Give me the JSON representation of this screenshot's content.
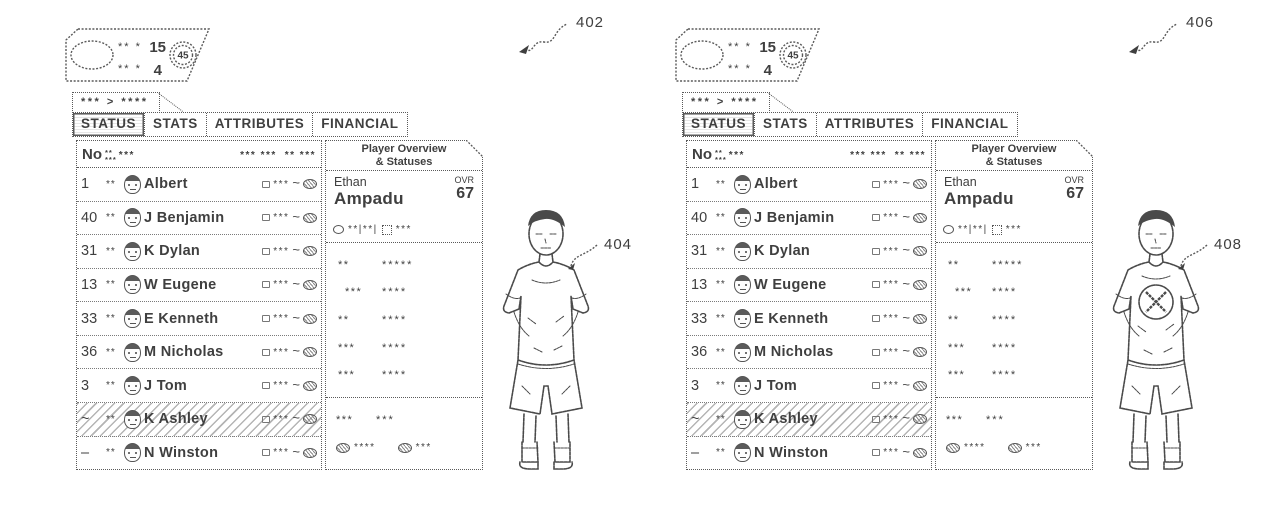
{
  "colors": {
    "ink": "#3f3f3f",
    "border": "#5a5a5a",
    "paper": "#ffffff"
  },
  "labels": {
    "left_screen": "402",
    "left_player": "404",
    "right_screen": "406",
    "right_player": "408"
  },
  "badge": {
    "stars_top": "** *",
    "num_top": "15",
    "stars_bottom": "** *",
    "num_bottom": "4",
    "circled": "45"
  },
  "breadcrumb": "*** > ****",
  "tabs": [
    {
      "label": "STATUS",
      "active": true
    },
    {
      "label": "STATS",
      "active": false
    },
    {
      "label": "ATTRIBUTES",
      "active": false
    },
    {
      "label": "FINANCIAL",
      "active": false
    }
  ],
  "roster": {
    "header": {
      "no": "No",
      "stack_top": "**",
      "stack_bottom": "***",
      "mid": "***",
      "right_a": "*** ***",
      "right_b": "** ***"
    },
    "rows": [
      {
        "num": "1",
        "pre": "**",
        "name": "Albert",
        "meta": "***",
        "tail": "~",
        "selected": false
      },
      {
        "num": "40",
        "pre": "**",
        "name": "J Benjamin",
        "meta": "***",
        "tail": "~",
        "selected": false
      },
      {
        "num": "31",
        "pre": "**",
        "name": "K Dylan",
        "meta": "***",
        "tail": "~",
        "selected": false
      },
      {
        "num": "13",
        "pre": "**",
        "name": "W Eugene",
        "meta": "***",
        "tail": "~",
        "selected": false
      },
      {
        "num": "33",
        "pre": "**",
        "name": "E Kenneth",
        "meta": "***",
        "tail": "~",
        "selected": false
      },
      {
        "num": "36",
        "pre": "**",
        "name": "M Nicholas",
        "meta": "***",
        "tail": "~",
        "selected": false
      },
      {
        "num": "3",
        "pre": "**",
        "name": "J Tom",
        "meta": "***",
        "tail": "~",
        "selected": false
      },
      {
        "num": "~",
        "pre": "**",
        "name": "K Ashley",
        "meta": "***",
        "tail": "~",
        "selected": true
      },
      {
        "num": "–",
        "pre": "**",
        "name": "N Winston",
        "meta": "***",
        "tail": "~",
        "selected": false
      }
    ]
  },
  "overview": {
    "title_line1": "Player Overview",
    "title_line2": "& Statuses",
    "first_name": "Ethan",
    "last_name": "Ampadu",
    "ovr_label": "OVR",
    "ovr_value": "67",
    "status_left": "**|**|",
    "status_right": "***",
    "stats": [
      [
        "**",
        "*****"
      ],
      [
        "***",
        "****"
      ],
      [
        "**",
        "****"
      ],
      [
        "***",
        "****"
      ],
      [
        "***",
        "****"
      ]
    ],
    "stats_lower": [
      [
        "***",
        "***"
      ]
    ],
    "balls": {
      "left": "****",
      "right": "***"
    }
  }
}
